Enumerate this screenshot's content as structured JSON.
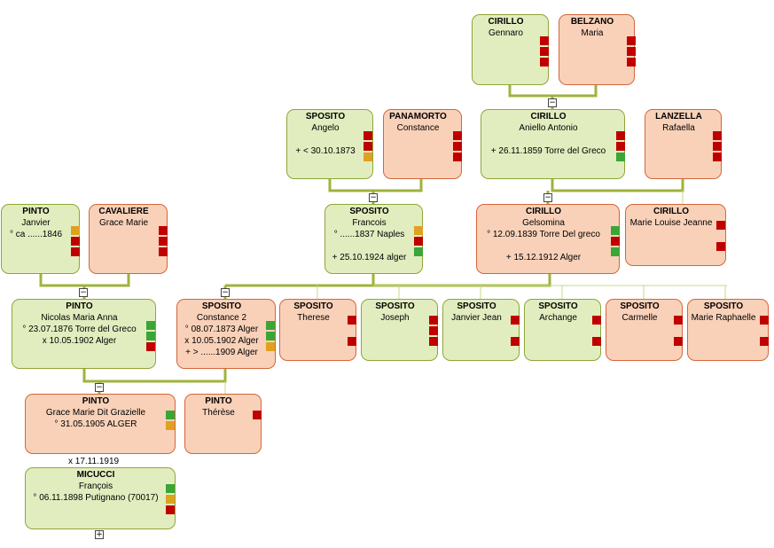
{
  "colors": {
    "green_fill": "#e2edbf",
    "green_border": "#8ea637",
    "salmon_fill": "#f9d1b9",
    "salmon_border": "#d4663a",
    "line": "#9fb33c"
  },
  "persons": [
    {
      "id": "cirillo-gennaro",
      "surname": "CIRILLO",
      "lines": [
        "Gennaro"
      ],
      "style": "green",
      "markers": [
        "red",
        "red",
        "red"
      ]
    },
    {
      "id": "belzano-maria",
      "surname": "BELZANO",
      "lines": [
        "Maria"
      ],
      "style": "salmon",
      "markers": [
        "red",
        "red",
        "red"
      ]
    },
    {
      "id": "sposito-angelo",
      "surname": "SPOSITO",
      "lines": [
        "Angelo",
        "",
        "+ < 30.10.1873"
      ],
      "style": "green",
      "markers": [
        "red",
        "red",
        "orange"
      ]
    },
    {
      "id": "panamorto-constance",
      "surname": "PANAMORTO",
      "lines": [
        "Constance"
      ],
      "style": "salmon",
      "markers": [
        "red",
        "red",
        "red"
      ]
    },
    {
      "id": "cirillo-aniello",
      "surname": "CIRILLO",
      "lines": [
        "Aniello Antonio",
        "",
        "+ 26.11.1859 Torre del Greco"
      ],
      "style": "green",
      "markers": [
        "red",
        "red",
        "green"
      ]
    },
    {
      "id": "lanzella-rafaella",
      "surname": "LANZELLA",
      "lines": [
        "Rafaella"
      ],
      "style": "salmon",
      "markers": [
        "red",
        "red",
        "red"
      ]
    },
    {
      "id": "pinto-janvier",
      "surname": "PINTO",
      "lines": [
        "Janvier",
        "° ca ......1846"
      ],
      "style": "green",
      "markers": [
        "orange",
        "red",
        "red"
      ]
    },
    {
      "id": "cavaliere-grace",
      "surname": "CAVALIERE",
      "lines": [
        "Grace Marie"
      ],
      "style": "salmon",
      "markers": [
        "red",
        "red",
        "red"
      ]
    },
    {
      "id": "sposito-francois",
      "surname": "SPOSITO",
      "lines": [
        "Francois",
        "° ......1837 Naples",
        "",
        "+ 25.10.1924 alger"
      ],
      "style": "green",
      "markers": [
        "orange",
        "red",
        "green"
      ]
    },
    {
      "id": "cirillo-gelsomina",
      "surname": "CIRILLO",
      "lines": [
        "Gelsomina",
        "° 12.09.1839 Torre Del greco",
        "",
        "+ 15.12.1912 Alger"
      ],
      "style": "salmon",
      "markers": [
        "green",
        "red",
        "green"
      ]
    },
    {
      "id": "cirillo-marie-louise",
      "surname": "CIRILLO",
      "lines": [
        "Marie Louise Jeanne"
      ],
      "style": "salmon",
      "markers": [
        "red",
        "empty",
        "red"
      ]
    },
    {
      "id": "pinto-nicolas",
      "surname": "PINTO",
      "lines": [
        "Nicolas Maria Anna",
        "° 23.07.1876 Torre del Greco",
        "x 10.05.1902 Alger"
      ],
      "style": "green",
      "markers": [
        "green",
        "green",
        "red"
      ]
    },
    {
      "id": "sposito-constance",
      "surname": "SPOSITO",
      "lines": [
        "Constance 2",
        "° 08.07.1873 Alger",
        "x 10.05.1902 Alger",
        "+ > ......1909 Alger"
      ],
      "style": "salmon",
      "markers": [
        "green",
        "green",
        "orange"
      ]
    },
    {
      "id": "sposito-therese",
      "surname": "SPOSITO",
      "lines": [
        "Therese"
      ],
      "style": "salmon",
      "markers": [
        "red",
        "empty",
        "red"
      ]
    },
    {
      "id": "sposito-joseph",
      "surname": "SPOSITO",
      "lines": [
        "Joseph"
      ],
      "style": "green",
      "markers": [
        "red",
        "red",
        "red"
      ]
    },
    {
      "id": "sposito-janvier",
      "surname": "SPOSITO",
      "lines": [
        "Janvier Jean"
      ],
      "style": "green",
      "markers": [
        "red",
        "empty",
        "red"
      ]
    },
    {
      "id": "sposito-archange",
      "surname": "SPOSITO",
      "lines": [
        "Archange"
      ],
      "style": "green",
      "markers": [
        "red",
        "empty",
        "red"
      ]
    },
    {
      "id": "sposito-carmelle",
      "surname": "SPOSITO",
      "lines": [
        "Carmelle"
      ],
      "style": "salmon",
      "markers": [
        "red",
        "empty",
        "red"
      ]
    },
    {
      "id": "sposito-marie-raphaelle",
      "surname": "SPOSITO",
      "lines": [
        "Marie Raphaelle"
      ],
      "style": "salmon",
      "markers": [
        "red",
        "empty",
        "red"
      ]
    },
    {
      "id": "pinto-grace-marie",
      "surname": "PINTO",
      "lines": [
        "Grace Marie Dit Grazielle",
        "° 31.05.1905 ALGER"
      ],
      "style": "salmon",
      "markers": [
        "green",
        "orange"
      ]
    },
    {
      "id": "pinto-therese",
      "surname": "PINTO",
      "lines": [
        "Thérèse"
      ],
      "style": "salmon",
      "markers": [
        "red"
      ]
    },
    {
      "id": "micucci-francois",
      "surname": "MICUCCI",
      "lines": [
        "François",
        "° 06.11.1898 Putignano (70017)"
      ],
      "style": "green",
      "markers": [
        "green",
        "orange",
        "red"
      ]
    }
  ],
  "marriage_note": "x 17.11.1919",
  "toggles": [
    "−",
    "−",
    "−",
    "−",
    "−",
    "−",
    "+"
  ]
}
